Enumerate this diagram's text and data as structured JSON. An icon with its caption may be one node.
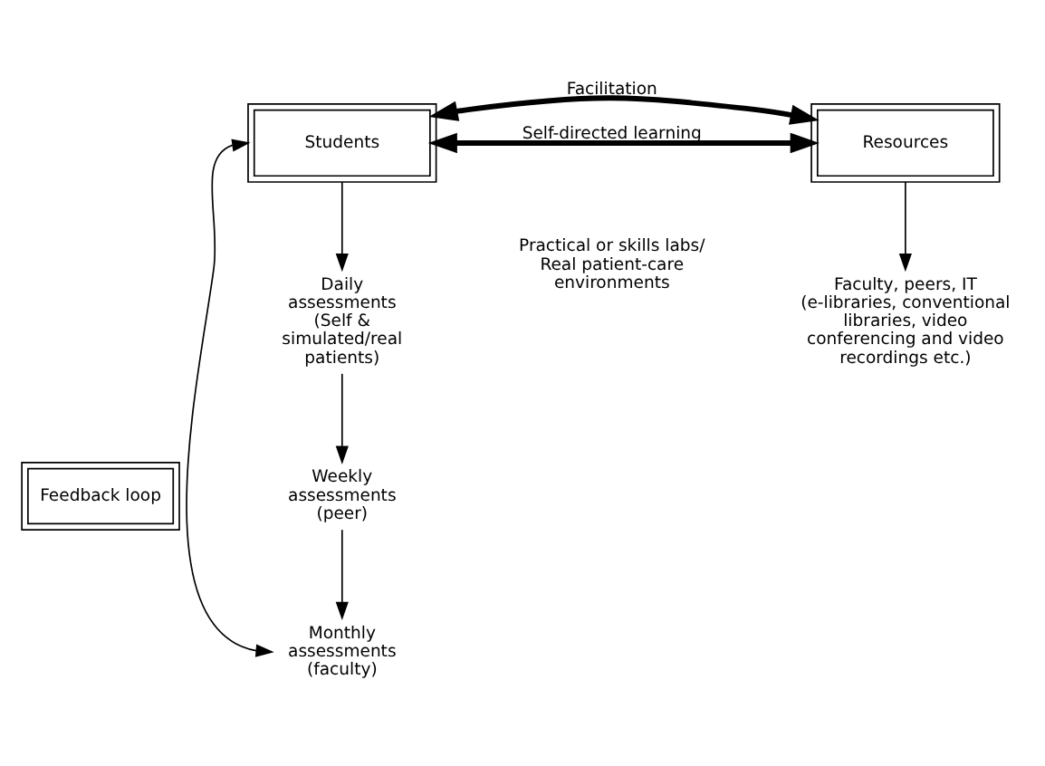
{
  "diagram": {
    "nodes": [
      {
        "text": [
          "Students"
        ]
      },
      {
        "text": [
          "Resources"
        ]
      },
      {
        "text": [
          "Faculty, peers, IT (e-libraries, conventional libraries, video conferencing and video recordings etc.)"
        ]
      },
      {
        "text": [
          "Daily assessments (Self & simulated/real patients)"
        ]
      },
      {
        "text": [
          "Weekly assessments (peer)"
        ]
      },
      {
        "text": [
          "Monthly assessments (faculty)"
        ]
      },
      {
        "text": [
          "Feedback loop"
        ]
      }
    ],
    "edges": [
      {
        "from": 0,
        "to": 1,
        "arrow": "both",
        "label": "Facilitation",
        "style": "thick"
      },
      {
        "from": 0,
        "to": 1,
        "arrow": "both",
        "label": "Self-directed learning",
        "style": "thick"
      },
      {
        "from": 1,
        "to": 2,
        "arrow": "to"
      },
      {
        "from": 0,
        "to": 3,
        "arrow": "to"
      },
      {
        "from": 3,
        "to": 4,
        "arrow": "to"
      },
      {
        "from": 4,
        "to": 5,
        "arrow": "to"
      },
      {
        "from": 0,
        "to": 5,
        "arrow": "both"
      }
    ],
    "labels": [
      "Practical or skills labs/ Real patient-care environments"
    ]
  }
}
